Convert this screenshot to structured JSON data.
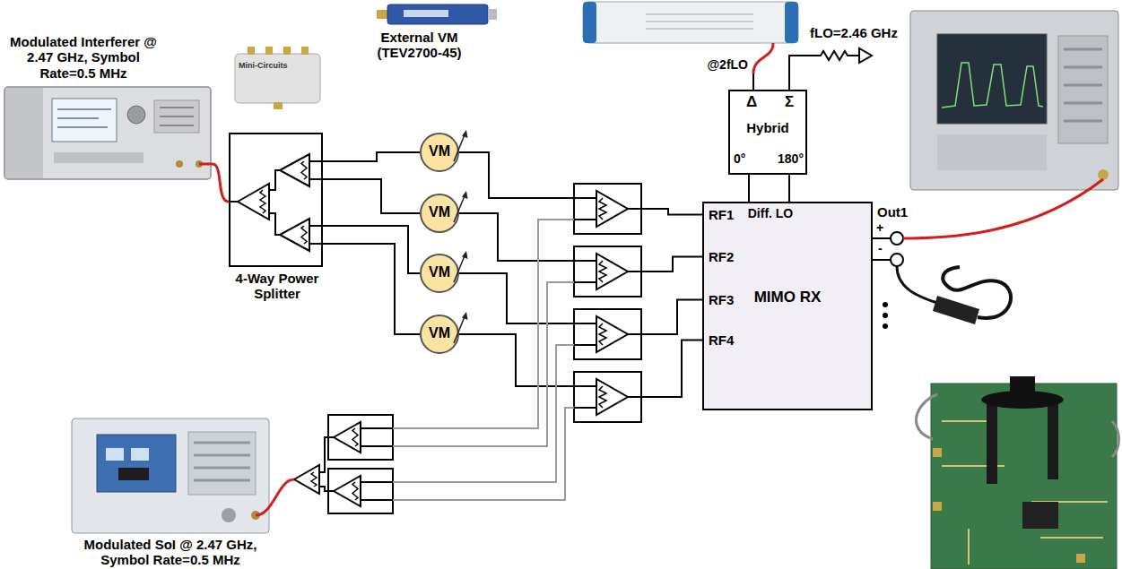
{
  "diagram": {
    "nodes": [
      {
        "text": [
          "Modulated Interferer @ 2.47 GHz, Symbol Rate=0.5 MHz"
        ]
      },
      {
        "text": [
          "4-Way Power Splitter"
        ]
      },
      {
        "text": [
          "VM"
        ]
      },
      {
        "text": [
          "VM"
        ]
      },
      {
        "text": [
          "VM"
        ]
      },
      {
        "text": [
          "VM"
        ]
      },
      {
        "text": [
          "Δ",
          "Σ",
          "Hybrid",
          "0°",
          "180°"
        ]
      },
      {
        "text": [
          "RF1",
          "RF2",
          "RF3",
          "RF4",
          "Diff. LO",
          "MIMO RX"
        ]
      },
      {
        "text": [
          "Modulated SoI @ 2.47 GHz, Symbol Rate=0.5 MHz"
        ]
      }
    ],
    "edges": [
      {
        "from": 0,
        "to": 1,
        "arrow": "none"
      },
      {
        "from": 1,
        "to": 2,
        "arrow": "none"
      },
      {
        "from": 1,
        "to": 3,
        "arrow": "none"
      },
      {
        "from": 1,
        "to": 4,
        "arrow": "none"
      },
      {
        "from": 1,
        "to": 5,
        "arrow": "none"
      },
      {
        "from": 2,
        "to": 7,
        "arrow": "none"
      },
      {
        "from": 3,
        "to": 7,
        "arrow": "none"
      },
      {
        "from": 4,
        "to": 7,
        "arrow": "none"
      },
      {
        "from": 5,
        "to": 7,
        "arrow": "none"
      },
      {
        "from": 6,
        "to": 7,
        "arrow": "none"
      },
      {
        "from": 6,
        "to": 7,
        "arrow": "none"
      }
    ],
    "labels": [
      "External VM (TEV2700-45)",
      "Mini-Circuits",
      "@2fLO",
      "fLO=2.46 GHz",
      "Out1",
      "+",
      "-"
    ]
  }
}
